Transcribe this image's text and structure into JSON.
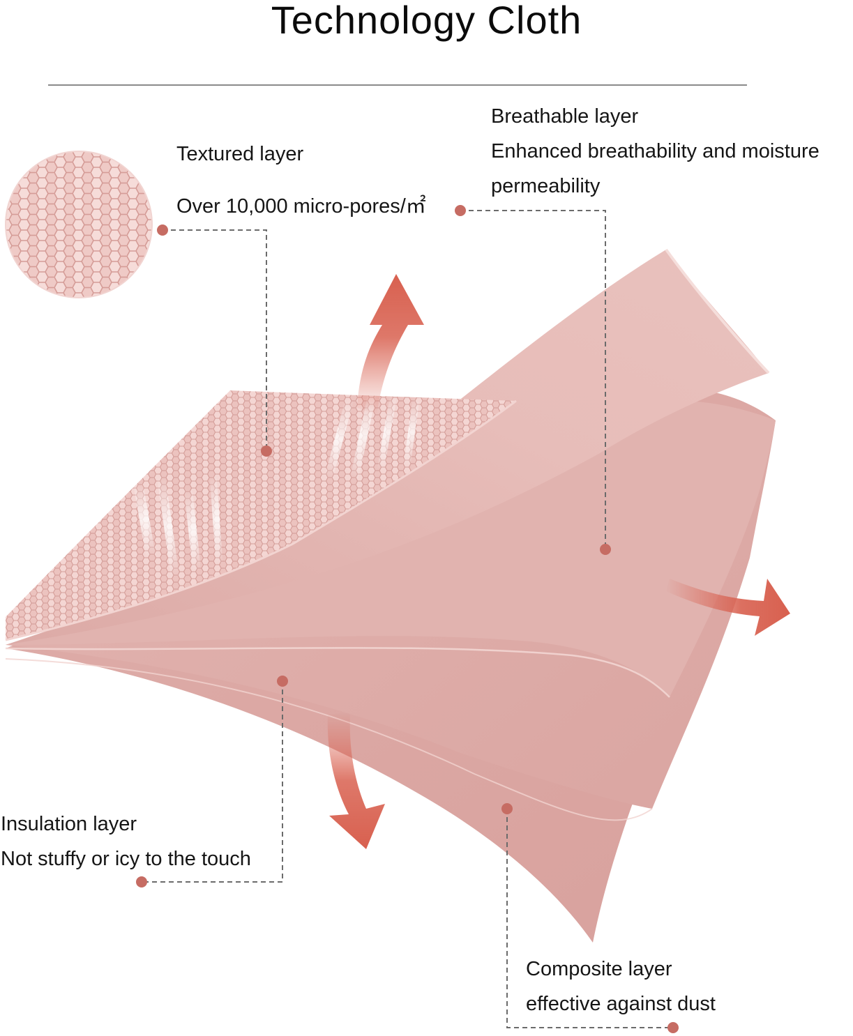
{
  "title": "Technology Cloth",
  "layers": {
    "textured": {
      "name": "Textured layer",
      "desc": "Over 10,000 micro-pores/㎡"
    },
    "breathable": {
      "name": "Breathable layer",
      "desc_line1": "Enhanced breathability and moisture",
      "desc_line2": "permeability"
    },
    "insulation": {
      "name": "Insulation layer",
      "desc": "Not stuffy or icy to the touch"
    },
    "composite": {
      "name": "Composite layer",
      "desc": "effective against dust"
    }
  },
  "colors": {
    "fabric_light": "#ecc2be",
    "fabric_mid": "#dfaaa6",
    "fabric_dark": "#cf9894",
    "hex_line": "#d59c97",
    "arrow": "#d8604f",
    "marker": "#c66c63",
    "leader": "#6b6b6b"
  }
}
